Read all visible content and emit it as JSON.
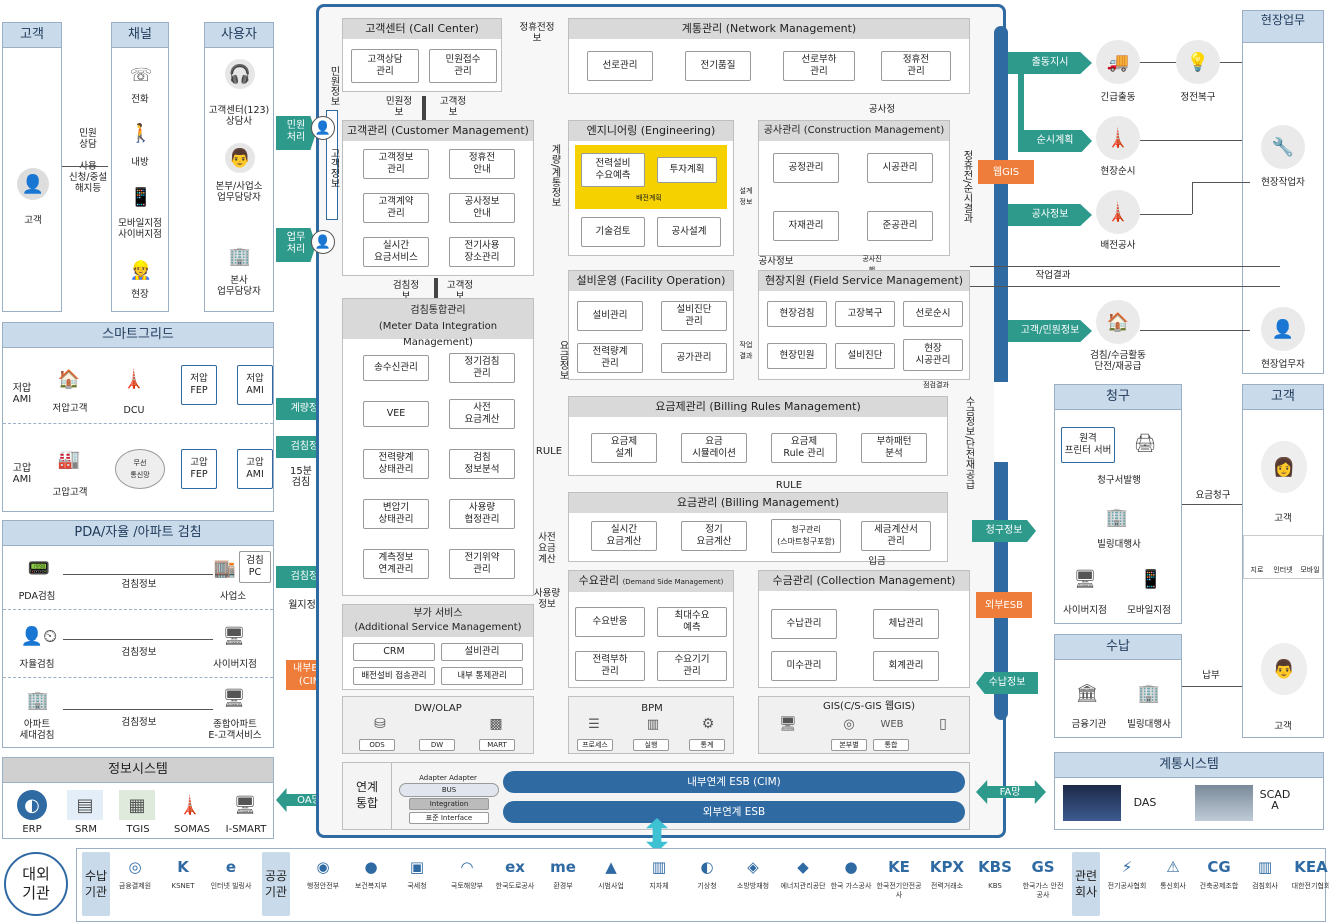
{
  "left": {
    "cols": [
      {
        "title": "고객",
        "icon_label": "고객"
      },
      {
        "title": "채널",
        "items": [
          "전화",
          "내방",
          "모바일지점\n사이버지점",
          "현장"
        ]
      },
      {
        "title": "사용자",
        "items": [
          "고객센터(123)\n상담사",
          "본부/사업소\n업무담당자",
          "본사\n업무담당자"
        ]
      }
    ],
    "customer_flow": "민원\n상담\n\n사용\n신청/중설\n해지등",
    "smartgrid": {
      "title": "스마트그리드",
      "low_label": "저압\nAMI",
      "low_customer": "저압고객",
      "dcu": "DCU",
      "low_fep": "저압\nFEP",
      "low_ami": "저압\nAMI",
      "high_label": "고압\nAMI",
      "high_customer": "고압고객",
      "mobile": "무선\n통신망",
      "high_fep": "고압\nFEP",
      "high_ami": "고압\nAMI"
    },
    "pda": {
      "title": "PDA/자율  /아파트 검침",
      "rows": [
        {
          "left": "PDA검침",
          "mid": "검침정보",
          "right": "사업소"
        },
        {
          "left": "자율검침",
          "mid": "검침정보",
          "right": "사이버지점"
        },
        {
          "left": "아파트\n세대검침",
          "mid": "검침정보",
          "right": "종합아파트\nE-고객서비스"
        }
      ],
      "pc": "검침\nPC"
    },
    "info": {
      "title": "정보시스템",
      "items": [
        "ERP",
        "SRM",
        "TGIS",
        "SOMAS",
        "I-SMART"
      ]
    }
  },
  "arrows": {
    "civil": "민원\n처리",
    "work": "업무\n처리",
    "meter": "계량정보",
    "meter2": "검침정보",
    "fifteen": "15분\n검침",
    "meter3": "검침정보",
    "bill_check": "월지정",
    "oa": "OA망",
    "fa": "FA망",
    "dispatch": "출동지시",
    "patrol": "순시계획",
    "construct": "공사정보",
    "customer_civil": "고객/민원정보",
    "billing": "청구정보",
    "payment": "수납정보",
    "work_result": "작업결과"
  },
  "esb": {
    "inner": "내부ESB\n(CIM)",
    "outer": "외부ESB",
    "webgis": "웹GIS"
  },
  "modules": {
    "callcenter": {
      "title": "고객센터 (Call Center)",
      "items": [
        "고객상담\n관리",
        "민원접수\n관리"
      ]
    },
    "network": {
      "title": "계통관리 (Network Management)",
      "items": [
        "선로관리",
        "전기품질",
        "선로부하\n관리",
        "정휴전\n관리"
      ]
    },
    "customer": {
      "title": "고객관리 (Customer Management)",
      "items": [
        "고객정보\n관리",
        "정휴전\n안내",
        "고객계약\n관리",
        "공사정보\n안내",
        "실시간\n요금서비스",
        "전기사용\n장소관리"
      ]
    },
    "engineering": {
      "title": "엔지니어링 (Engineering)",
      "items": [
        "전력설비\n수요예측",
        "투자계획",
        "기술검토",
        "공사설계"
      ],
      "sub": "배전계획"
    },
    "construction": {
      "title": "공사관리 (Construction Management)",
      "items": [
        "공정관리",
        "시공관리",
        "자재관리",
        "준공관리"
      ]
    },
    "facility": {
      "title": "설비운영 (Facility Operation)",
      "items": [
        "설비관리",
        "설비진단\n관리",
        "전력량계\n관리",
        "공가관리"
      ]
    },
    "field": {
      "title": "현장지원 (Field Service Management)",
      "items": [
        "현장검침",
        "고장복구",
        "선로순시",
        "현장민원",
        "설비진단",
        "현장\n시공관리"
      ]
    },
    "mdm": {
      "title": "검침통합관리\n(Meter Data Integration Management)",
      "items": [
        "송수신관리",
        "정기검침\n관리",
        "VEE",
        "사전\n요금계산",
        "전력량계\n상태관리",
        "검침\n정보분석",
        "변압기\n상태관리",
        "사용량\n협정관리",
        "계측정보\n연계관리",
        "전기위약\n관리"
      ]
    },
    "billingrule": {
      "title": "요금제관리 (Billing  Rules Management)",
      "items": [
        "요금제\n설계",
        "요금\n시뮬레이션",
        "요금제\nRule 관리",
        "부하패턴\n분석"
      ]
    },
    "billing": {
      "title": "요금관리 (Billing  Management)",
      "items": [
        "실시간\n요금계산",
        "정기\n요금계산",
        "청구관리\n(스마트청구포함)",
        "세금계산서\n관리"
      ]
    },
    "demand": {
      "title": "수요관리",
      "title_en": "(Demand Side Management)",
      "items": [
        "수요반응",
        "최대수요\n예측",
        "전력부하\n관리",
        "수요기기\n관리"
      ]
    },
    "collection": {
      "title": "수금관리 (Collection Management)",
      "items": [
        "수납관리",
        "체납관리",
        "미수관리",
        "회계관리"
      ]
    },
    "additional": {
      "title": "부가 서비스\n(Additional Service Management)",
      "items": [
        "CRM",
        "설비관리",
        "배전설비 접송관리",
        "내부 통제관리"
      ]
    },
    "dwolap": {
      "title": "DW/OLAP",
      "items": [
        "ODS",
        "DW",
        "MART"
      ]
    },
    "bpm": {
      "title": "BPM",
      "items": [
        "프로세스",
        "실행",
        "통계"
      ]
    },
    "gis": {
      "title": "GIS(C/S-GIS 웹GIS)",
      "items": [
        "본부별",
        "통합"
      ]
    },
    "integration": {
      "title": "연계\n통합",
      "adapter": "Adapter  Adapter",
      "bus": "BUS",
      "integration": "Integration",
      "std": "표준 Interface",
      "inner": "내부연계 ESB (CIM)",
      "outer": "외부연계 ESB"
    }
  },
  "flows": {
    "jeonghyu": "정휴전정\n보",
    "civil_info": "민원정\n보",
    "customer_info": "고객정\n보",
    "minwon": "민원정보",
    "gogaek": "고객정보",
    "meter_info": "검침정\n보",
    "customer_info2": "고객정\n보",
    "construction_info": "공사정",
    "design": "설계\n정보",
    "construction": "공사정보",
    "construct2": "공사진\n행",
    "billinfo": "요금정보",
    "cust_ctrl": "계량/계통정보",
    "job": "작업\n결과",
    "rule": "RULE",
    "rule2": "RULE",
    "realtime": "사전\n요금\n계산",
    "usage": "사용량\n정보",
    "receipt": "입금",
    "settle": "정휴전/순시결과",
    "collect": "수금정보/단전재공급",
    "check": "점검결과"
  },
  "right": {
    "field": {
      "title": "현장업무",
      "items": [
        "긴급출동",
        "정전복구",
        "현장순시",
        "배전공사",
        "현장작업자",
        "검침/수금활동\n단전/재공급",
        "현장업무자"
      ]
    },
    "billing": {
      "title": "청구",
      "server": "원격\n프린터 서버",
      "items": [
        "청구서발행",
        "빌링대행사",
        "사이버지점",
        "모바일지점"
      ],
      "arrow": "요금청구"
    },
    "cust": {
      "title": "고객",
      "label": "고객",
      "channels": [
        "지로",
        "인터넷",
        "모바일"
      ]
    },
    "payment": {
      "title": "수납",
      "items": [
        "금융기관",
        "빌링대행사"
      ],
      "arrow": "납부",
      "customer": "고객"
    },
    "grid": {
      "title": "계통시스템",
      "items": [
        "DAS",
        "SCAD\nA"
      ]
    }
  },
  "footer": {
    "org": "대외\n기관",
    "g1": "수납\n기관",
    "g2": "공공\n기관",
    "g3": "관련\n회사",
    "logos": [
      {
        "g": "◎",
        "t": "금융결제원"
      },
      {
        "g": "K",
        "t": "KSNET"
      },
      {
        "g": "e",
        "t": "인터넷 빌링사"
      },
      {
        "g": "◉",
        "t": "행정안전부"
      },
      {
        "g": "●",
        "t": "보건복지부"
      },
      {
        "g": "▣",
        "t": "국세청"
      },
      {
        "g": "◠",
        "t": "국토해양부"
      },
      {
        "g": "ex",
        "t": "한국도로공사"
      },
      {
        "g": "me",
        "t": "환경부"
      },
      {
        "g": "▲",
        "t": "시범사업"
      },
      {
        "g": "▥",
        "t": "지자체"
      },
      {
        "g": "◐",
        "t": "기상청"
      },
      {
        "g": "◈",
        "t": "소방방재청"
      },
      {
        "g": "◆",
        "t": "에너지관리공단"
      },
      {
        "g": "●",
        "t": "한국 가스공사"
      },
      {
        "g": "KE",
        "t": "한국전기안전공사"
      },
      {
        "g": "KPX",
        "t": "전력거래소"
      },
      {
        "g": "KBS",
        "t": "KBS"
      },
      {
        "g": "GS",
        "t": "한국가스 안전공사"
      },
      {
        "g": "⚡",
        "t": "전기공사협회"
      },
      {
        "g": "⚠",
        "t": "통신회사"
      },
      {
        "g": "CG",
        "t": "건축공제조합"
      },
      {
        "g": "▥",
        "t": "검침회사"
      },
      {
        "g": "KEA",
        "t": "대한전기협회"
      }
    ]
  },
  "colors": {
    "accent": "#2f6aa3",
    "head": "#c9daea",
    "green": "#2e9a8c",
    "orange": "#ee7d3b"
  }
}
